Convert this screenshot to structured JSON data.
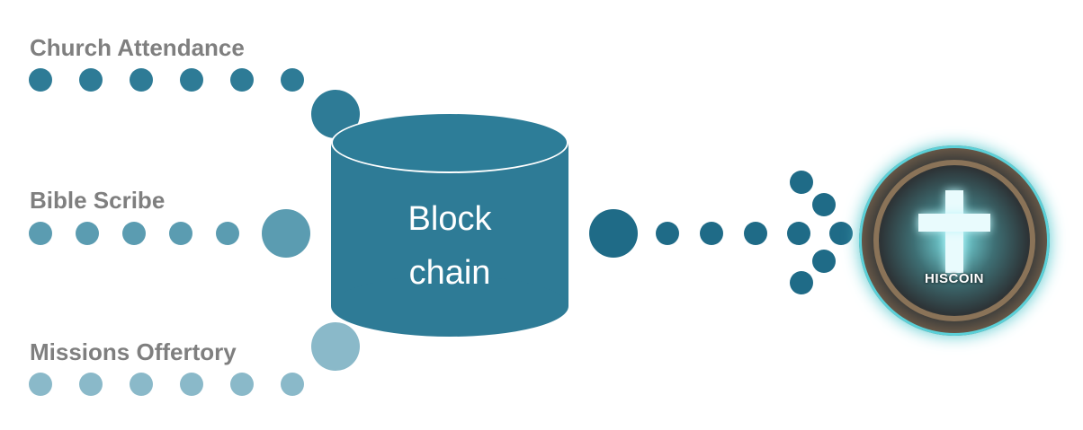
{
  "inputs": [
    {
      "label": "Church Attendance",
      "color": "#2e7b96"
    },
    {
      "label": "Bible Scribe",
      "color": "#5b9cb1"
    },
    {
      "label": "Missions Offertory",
      "color": "#8ab9c9"
    }
  ],
  "database": {
    "line1": "Block",
    "line2": "chain",
    "color": "#2e7b96"
  },
  "output": {
    "label": "HISCOIN",
    "icon": "cross-coin-icon",
    "dot_color": "#1f6b87"
  }
}
